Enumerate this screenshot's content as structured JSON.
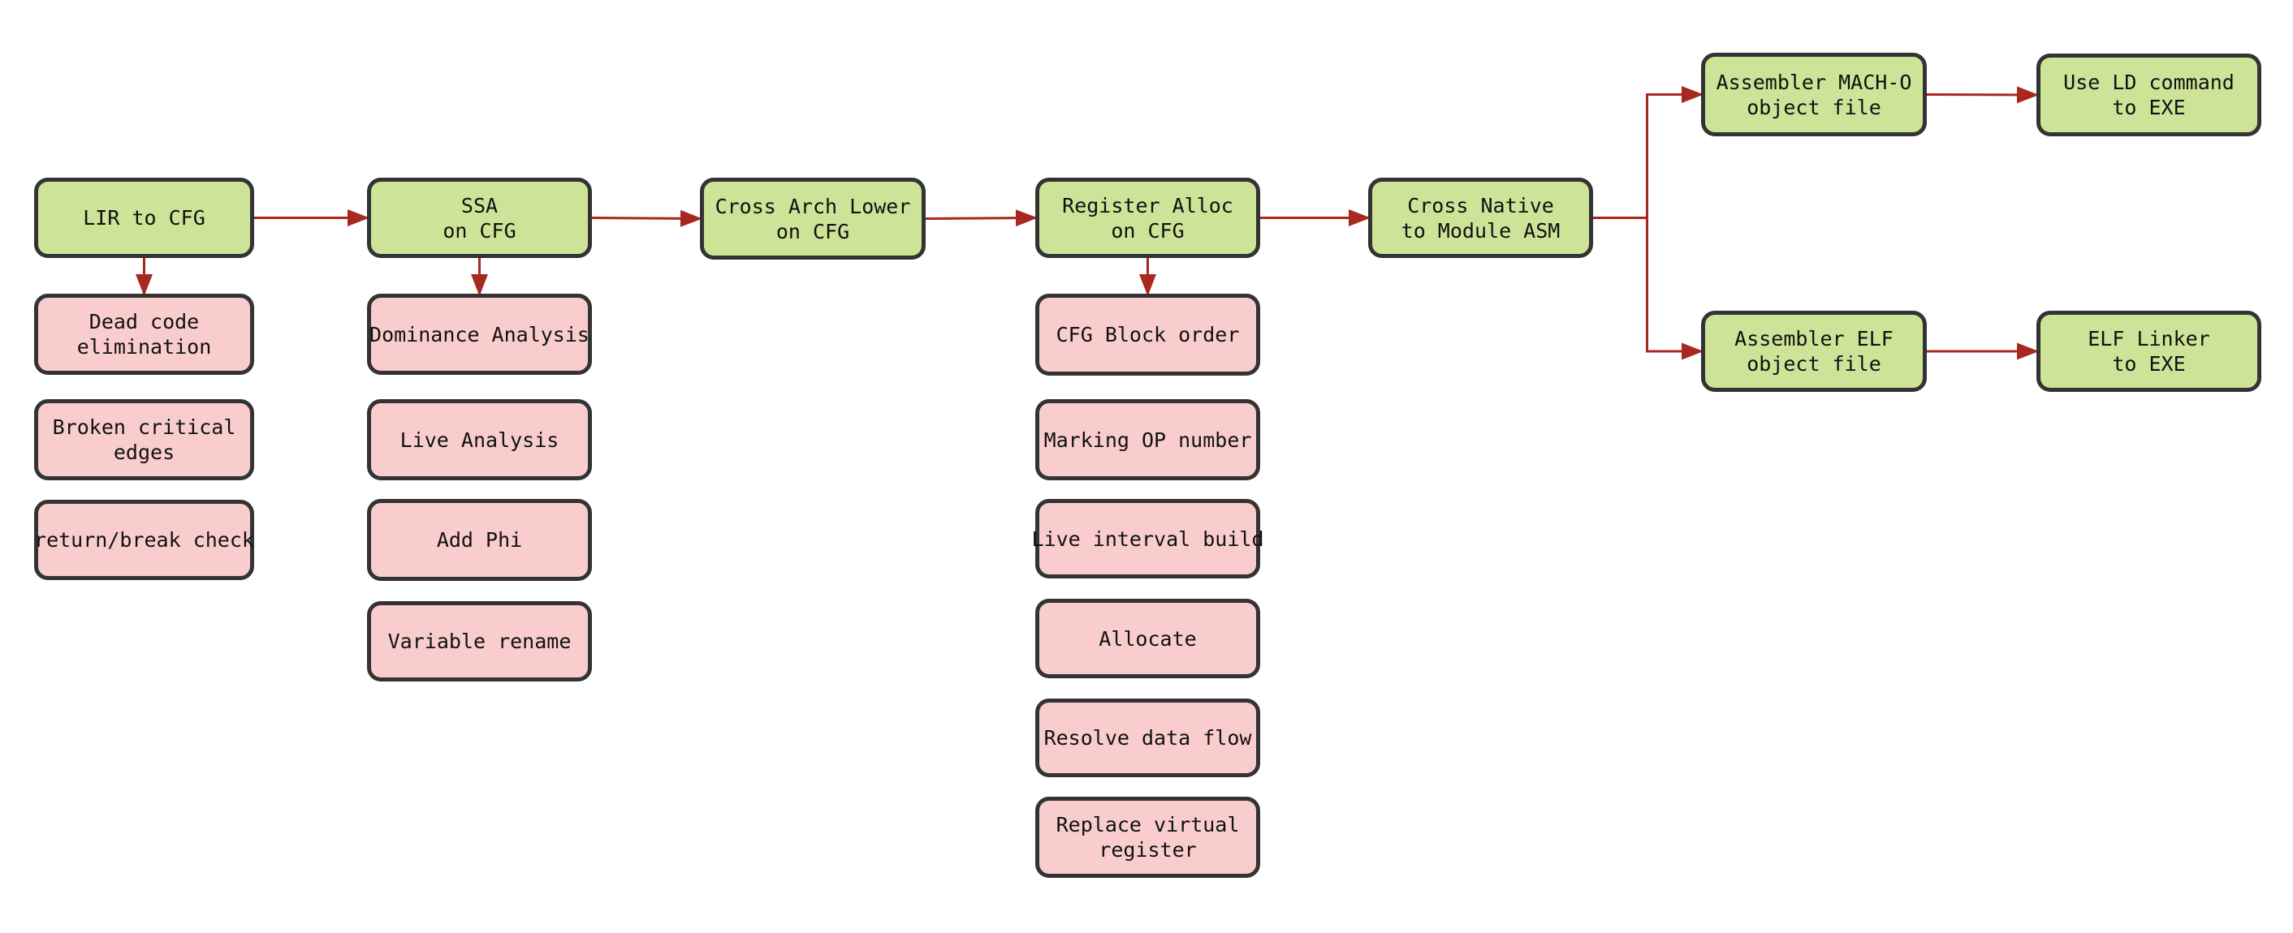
{
  "diagram": {
    "title": "",
    "colors": {
      "background": "#ffffff",
      "stage_fill": "#cde498",
      "step_fill": "#f9cdcd",
      "node_border": "#333333",
      "edge": "#a8281f",
      "text": "#111111"
    },
    "nodes": [
      {
        "id": "lir",
        "kind": "stage",
        "label": "LIR to CFG"
      },
      {
        "id": "dead",
        "kind": "step",
        "label": "Dead code\nelimination"
      },
      {
        "id": "broken",
        "kind": "step",
        "label": "Broken critical\nedges"
      },
      {
        "id": "retbreak",
        "kind": "step",
        "label": "return/break check"
      },
      {
        "id": "ssa",
        "kind": "stage",
        "label": "SSA\non CFG"
      },
      {
        "id": "dominance",
        "kind": "step",
        "label": "Dominance Analysis"
      },
      {
        "id": "liveanalysis",
        "kind": "step",
        "label": "Live Analysis"
      },
      {
        "id": "addphi",
        "kind": "step",
        "label": "Add Phi"
      },
      {
        "id": "varrename",
        "kind": "step",
        "label": "Variable rename"
      },
      {
        "id": "archlower",
        "kind": "stage",
        "label": "Cross Arch Lower\non CFG"
      },
      {
        "id": "regalloc",
        "kind": "stage",
        "label": "Register Alloc\non CFG"
      },
      {
        "id": "blockorder",
        "kind": "step",
        "label": "CFG Block order"
      },
      {
        "id": "markingop",
        "kind": "step",
        "label": "Marking OP number"
      },
      {
        "id": "liveinterval",
        "kind": "step",
        "label": "Live interval build"
      },
      {
        "id": "allocate",
        "kind": "step",
        "label": "Allocate"
      },
      {
        "id": "resolvedf",
        "kind": "step",
        "label": "Resolve data flow"
      },
      {
        "id": "replacevr",
        "kind": "step",
        "label": "Replace virtual\nregister"
      },
      {
        "id": "crossnative",
        "kind": "stage",
        "label": "Cross Native\nto Module ASM"
      },
      {
        "id": "macho",
        "kind": "stage",
        "label": "Assembler MACH-O\nobject file"
      },
      {
        "id": "elfobj",
        "kind": "stage",
        "label": "Assembler ELF\nobject file"
      },
      {
        "id": "ldcmd",
        "kind": "stage",
        "label": "Use LD command\nto EXE"
      },
      {
        "id": "elflinker",
        "kind": "stage",
        "label": "ELF Linker\nto EXE"
      }
    ],
    "edges": [
      {
        "from": "lir",
        "to": "ssa",
        "route": "right"
      },
      {
        "from": "ssa",
        "to": "archlower",
        "route": "right"
      },
      {
        "from": "archlower",
        "to": "regalloc",
        "route": "right"
      },
      {
        "from": "regalloc",
        "to": "crossnative",
        "route": "right"
      },
      {
        "from": "crossnative",
        "to": "macho",
        "route": "elbow"
      },
      {
        "from": "crossnative",
        "to": "elfobj",
        "route": "elbow"
      },
      {
        "from": "macho",
        "to": "ldcmd",
        "route": "right"
      },
      {
        "from": "elfobj",
        "to": "elflinker",
        "route": "right"
      },
      {
        "from": "lir",
        "to": "dead",
        "route": "down"
      },
      {
        "from": "ssa",
        "to": "dominance",
        "route": "down"
      },
      {
        "from": "regalloc",
        "to": "blockorder",
        "route": "down"
      }
    ]
  }
}
